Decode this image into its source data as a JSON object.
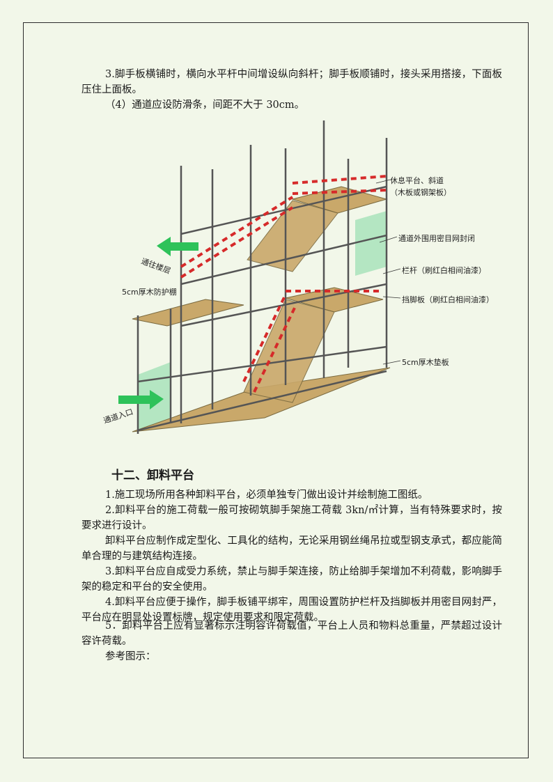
{
  "paragraphs_top": [
    "3.脚手板横铺时，横向水平杆中间增设纵向斜杆；脚手板顺铺时，接头采用搭接，下面板压住上面板。",
    "（4）通道应设防滑条，间距不大于 30cm。"
  ],
  "figure": {
    "labels": {
      "rest_platform": "休息平台、斜道",
      "rest_platform_sub": "（木板或钢架板）",
      "net": "通道外围用密目网封闭",
      "railing": "栏杆（刷红白相间油漆）",
      "toe_board": "挡脚板（刷红白相间油漆）",
      "pad": "5cm厚木垫板",
      "canopy": "5cm厚木防护棚",
      "to_floor": "通往楼层",
      "entrance": "通道入口"
    },
    "colors": {
      "pipe": "#555555",
      "plank": "#c9a86a",
      "red": "#d62a2a",
      "net": "#9fe0b4",
      "arrow": "#2ec25a"
    }
  },
  "section": {
    "title": "十二、卸料平台",
    "paragraphs": [
      "1.施工现场所用各种卸料平台，必须单独专门做出设计并绘制施工图纸。",
      "2.卸料平台的施工荷载一般可按砌筑脚手架施工荷载 3kn/㎡计算，当有特殊要求时，按要求进行设计。",
      "卸料平台应制作成定型化、工具化的结构，无论采用钢丝绳吊拉或型钢支承式，都应能简单合理的与建筑结构连接。",
      "3.卸料平台应自成受力系统，禁止与脚手架连接，防止给脚手架增加不利荷载，影响脚手架的稳定和平台的安全使用。",
      "4.卸料平台应便于操作，脚手板铺平绑牢，周围设置防护栏杆及挡脚板并用密目网封严，平台应在明显处设置标牌，规定使用要求和限定荷载。",
      "5．卸料平台上应有显著标示注明容许荷载值，平台上人员和物料总重量，严禁超过设计容许荷载。",
      "参考图示："
    ]
  }
}
